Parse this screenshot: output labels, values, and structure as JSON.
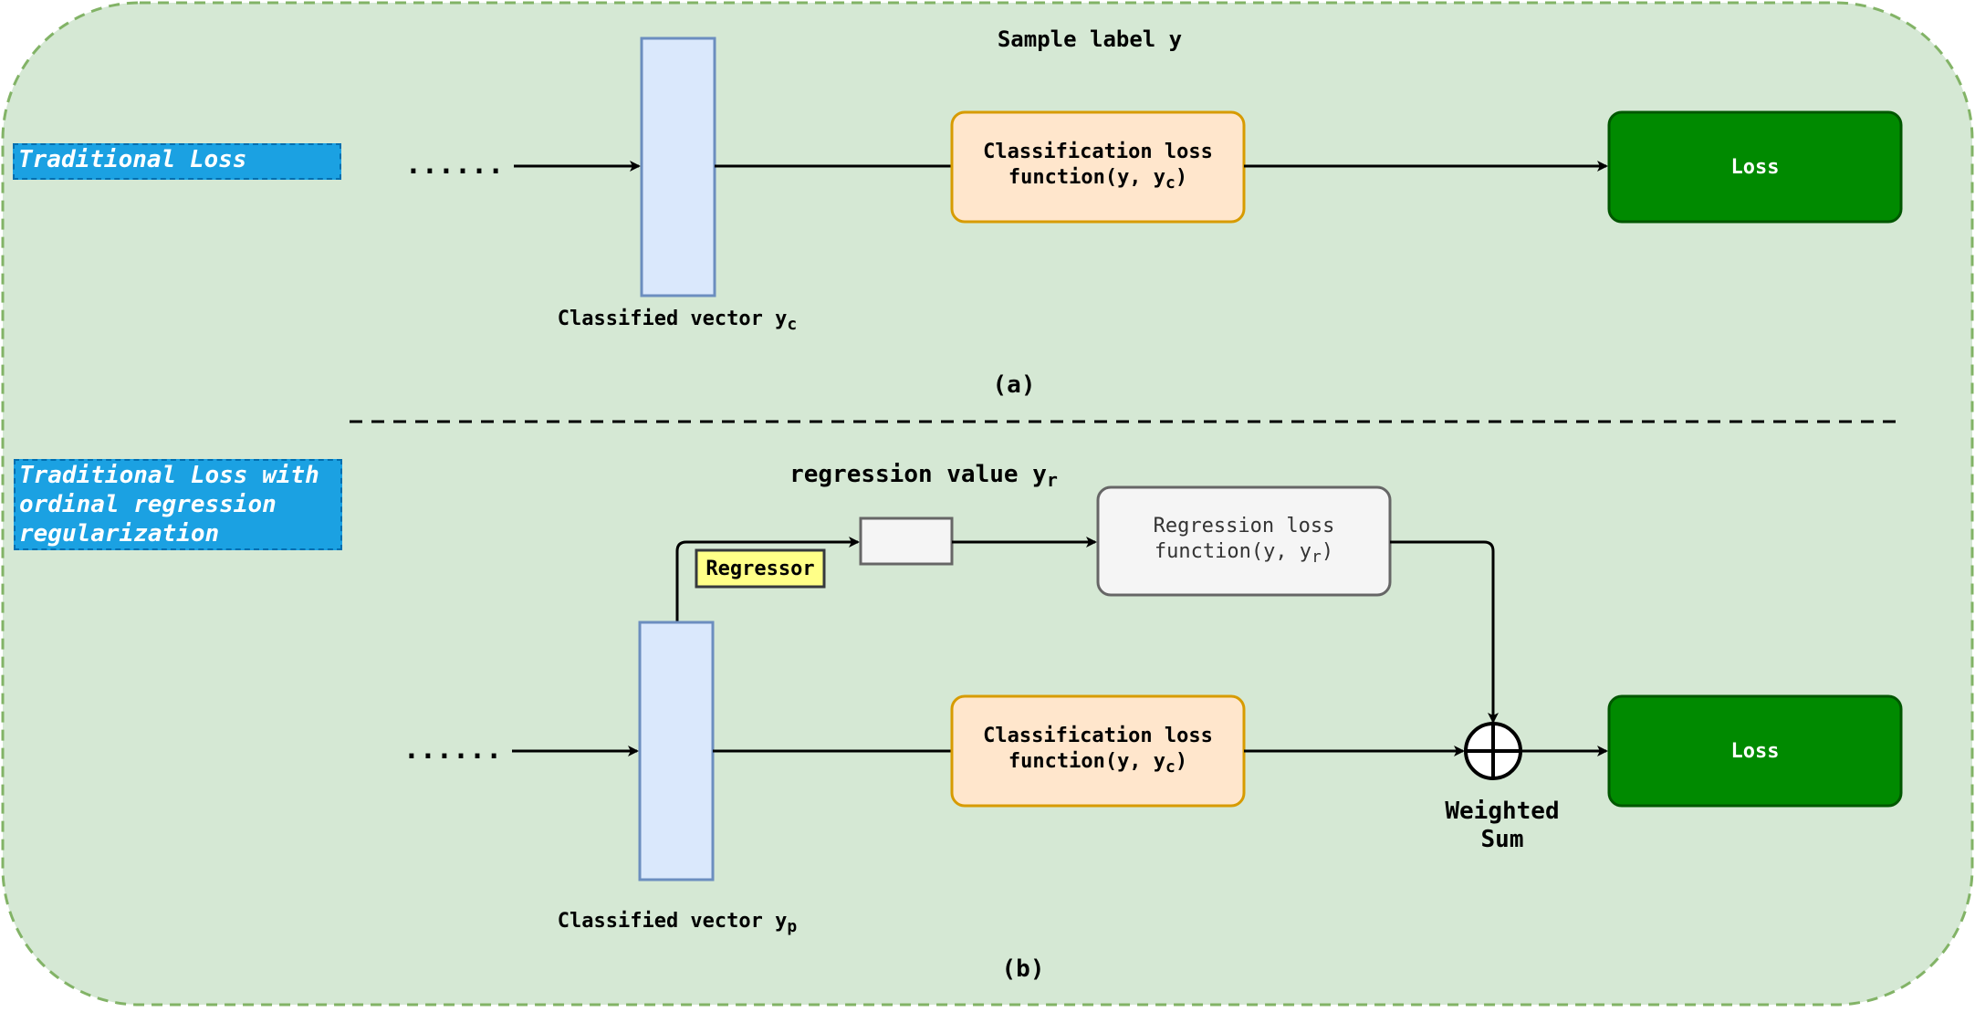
{
  "tags": {
    "traditional": "Traditional Loss",
    "ordinal": "Traditional Loss with\nordinal regression\nregularization"
  },
  "panel_a": {
    "ellipsis": "......",
    "sample_label": "Sample label y",
    "classified_vector_text": "Classified vector y",
    "classified_vector_sub": "c",
    "cls_loss_line1": "Classification loss",
    "cls_loss_line2_pre": "function(y, y",
    "cls_loss_line2_sub": "c",
    "cls_loss_line2_post": ")",
    "loss": "Loss",
    "caption": "(a)"
  },
  "panel_b": {
    "ellipsis": "......",
    "regression_value_text": "regression value y",
    "regression_value_sub": "r",
    "regressor": "Regressor",
    "reg_loss_line1": "Regression loss",
    "reg_loss_line2_pre": "function(y, y",
    "reg_loss_line2_sub": "r",
    "reg_loss_line2_post": ")",
    "cls_loss_line1": "Classification loss",
    "cls_loss_line2_pre": "function(y, y",
    "cls_loss_line2_sub": "c",
    "cls_loss_line2_post": ")",
    "weighted_line1": "Weighted",
    "weighted_line2": "Sum",
    "loss": "Loss",
    "classified_vector_text": "Classified vector y",
    "classified_vector_sub": "p",
    "caption": "(b)"
  },
  "colors": {
    "background": "#d5e8d4",
    "background_border": "#82b366",
    "vector_fill": "#dae8fc",
    "vector_stroke": "#6c8ebf",
    "cls_loss_fill": "#ffe6cc",
    "cls_loss_stroke": "#d79b00",
    "reg_loss_fill": "#f5f5f5",
    "reg_loss_stroke": "#666666",
    "loss_fill": "#008a00",
    "loss_stroke": "#005700",
    "regressor_fill": "#ffff88",
    "regressor_stroke": "#36393d",
    "tag_fill": "#1ba1e2"
  }
}
